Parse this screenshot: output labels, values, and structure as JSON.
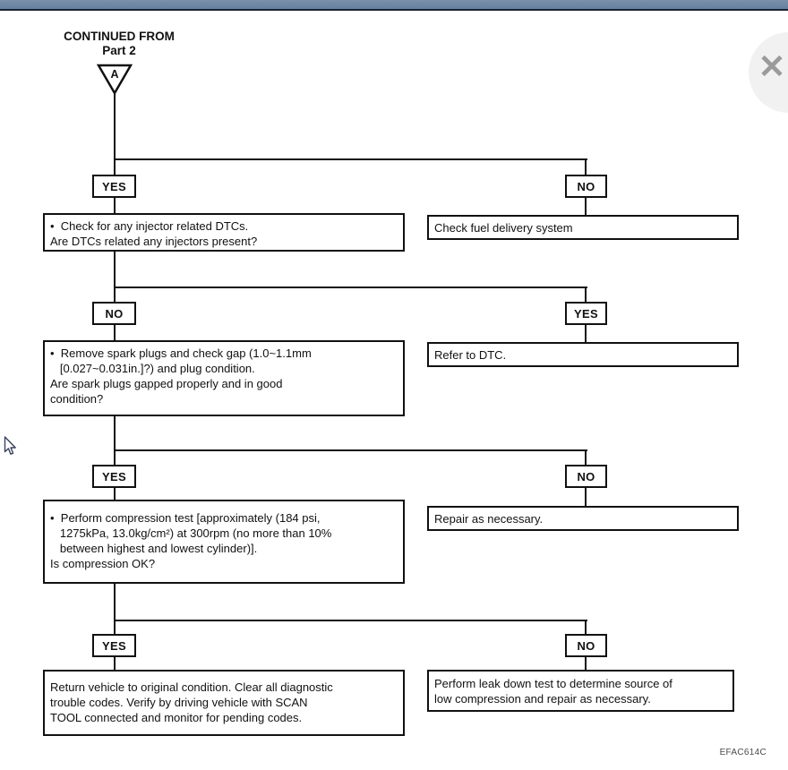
{
  "window": {
    "close_icon": "✕"
  },
  "colors": {
    "titlebar": "#6d86a3",
    "titlebar_edge": "#1b2433",
    "diagram_line": "#111111",
    "close_circle": "#f1f1f1",
    "close_x": "#9b9b9b"
  },
  "flowchart": {
    "header": {
      "line1": "CONTINUED FROM",
      "line2": "Part 2",
      "connector_letter": "A"
    },
    "branches": [
      {
        "left_label": "YES",
        "right_label": "NO",
        "left_text": "•  Check for any injector related DTCs.\nAre DTCs related any injectors present?",
        "right_text": "Check fuel delivery system"
      },
      {
        "left_label": "NO",
        "right_label": "YES",
        "left_text": "•  Remove spark plugs and check gap (1.0~1.1mm\n   [0.027~0.031in.]?) and plug condition.\nAre spark plugs gapped properly and in good\ncondition?",
        "right_text": "Refer to DTC."
      },
      {
        "left_label": "YES",
        "right_label": "NO",
        "left_text": "•  Perform compression test [approximately (184 psi,\n   1275kPa, 13.0kg/cm²) at 300rpm (no more than 10%\n   between highest and lowest cylinder)].\nIs compression OK?",
        "right_text": "Repair as necessary."
      },
      {
        "left_label": "YES",
        "right_label": "NO",
        "left_text": "Return vehicle to original condition. Clear all diagnostic\ntrouble codes. Verify by driving vehicle with SCAN\nTOOL connected and monitor for pending codes.",
        "right_text": "Perform leak down test to determine source of\nlow compression and repair as necessary."
      }
    ],
    "figure_code": "EFAC614C"
  }
}
